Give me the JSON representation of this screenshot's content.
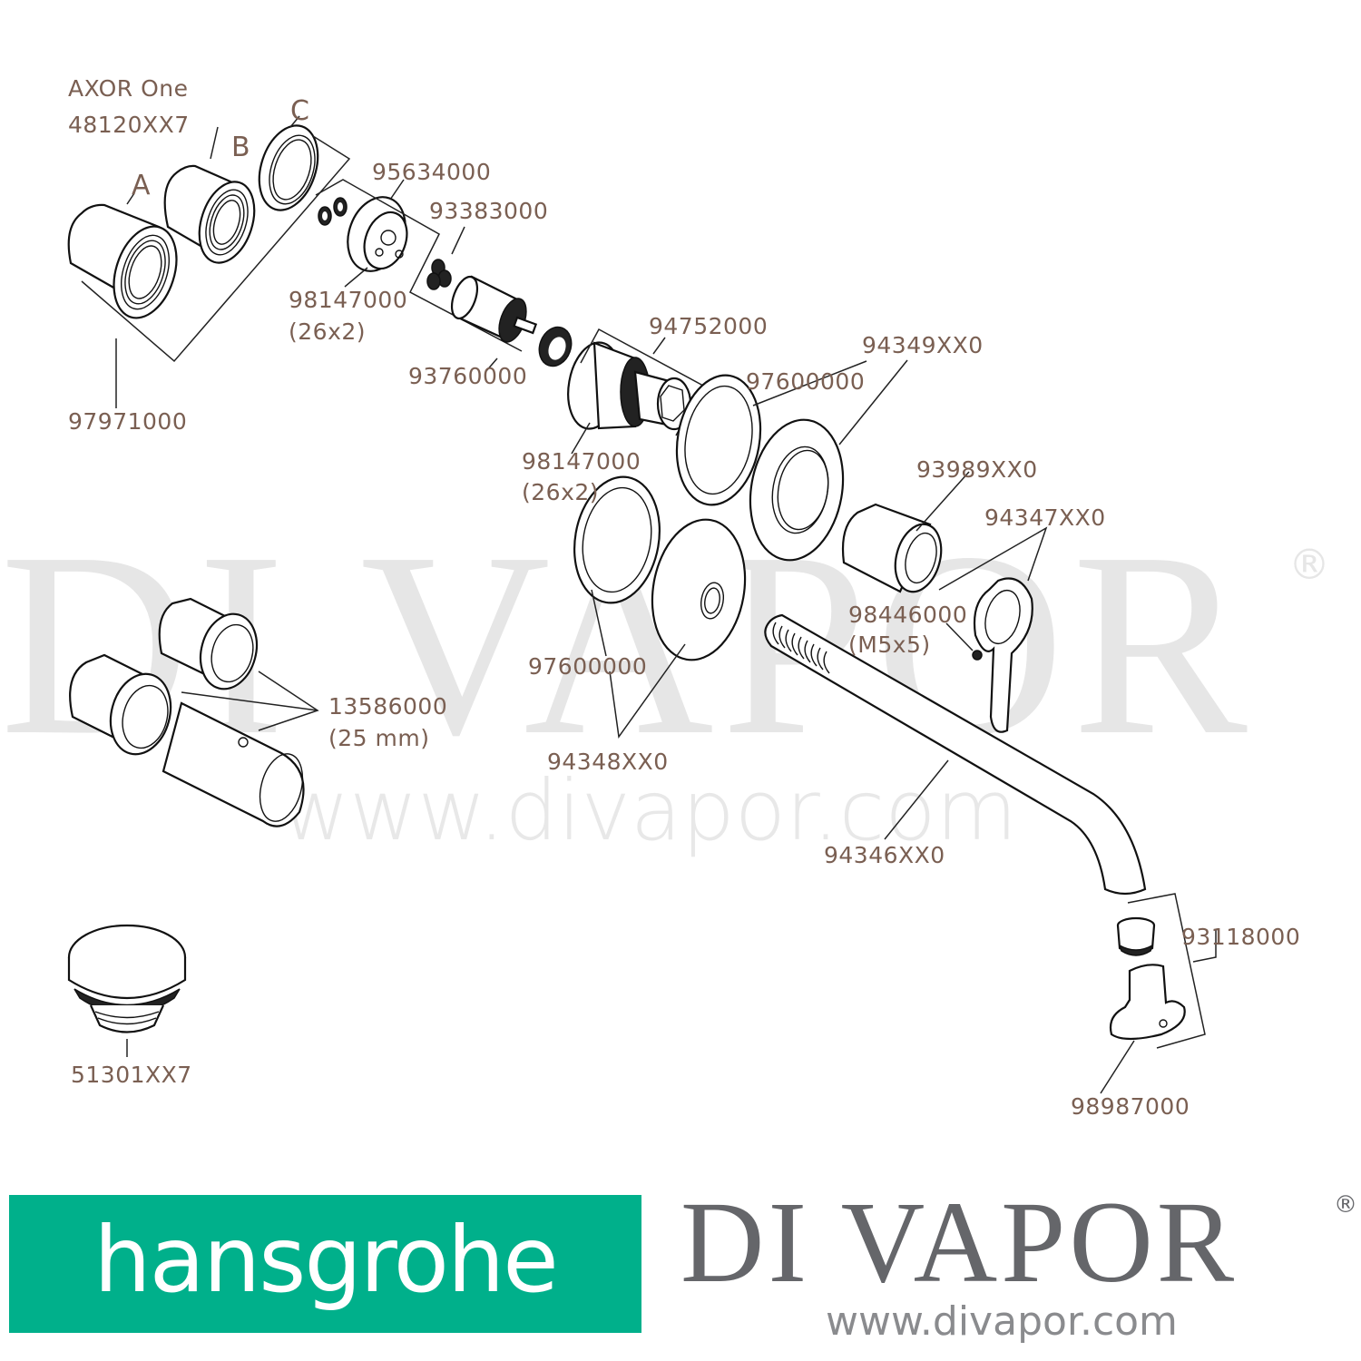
{
  "product": {
    "name": "AXOR One",
    "code": "48120XX7"
  },
  "watermark": {
    "brand": "DI VAPOR",
    "registered": "®",
    "url": "www.divapor.com"
  },
  "sub_letters": [
    "A",
    "B",
    "C"
  ],
  "parts": [
    {
      "id": "97971000",
      "note": ""
    },
    {
      "id": "95634000",
      "note": ""
    },
    {
      "id": "98147000",
      "note": "(26x2)"
    },
    {
      "id": "93383000",
      "note": ""
    },
    {
      "id": "93760000",
      "note": ""
    },
    {
      "id": "94752000",
      "note": ""
    },
    {
      "id": "98147000",
      "note": "(26x2)"
    },
    {
      "id": "97600000",
      "note": ""
    },
    {
      "id": "94349XX0",
      "note": ""
    },
    {
      "id": "93989XX0",
      "note": ""
    },
    {
      "id": "94347XX0",
      "note": ""
    },
    {
      "id": "98446000",
      "note": "(M5x5)"
    },
    {
      "id": "97600000",
      "note": ""
    },
    {
      "id": "94348XX0",
      "note": ""
    },
    {
      "id": "13586000",
      "note": "(25 mm)"
    },
    {
      "id": "94346XX0",
      "note": ""
    },
    {
      "id": "93118000",
      "note": ""
    },
    {
      "id": "98987000",
      "note": ""
    },
    {
      "id": "51301XX7",
      "note": ""
    }
  ],
  "footer": {
    "left_logo": "hansgrohe",
    "left_logo_color": "#00b08b",
    "right_logo": "DI VAPOR",
    "right_logo_registered": "®",
    "right_logo_url": "www.divapor.com",
    "right_logo_color": "#65666a"
  },
  "colors": {
    "label_text": "#7a5f52",
    "line_art": "#111111",
    "watermark": "#e6e6e6"
  }
}
